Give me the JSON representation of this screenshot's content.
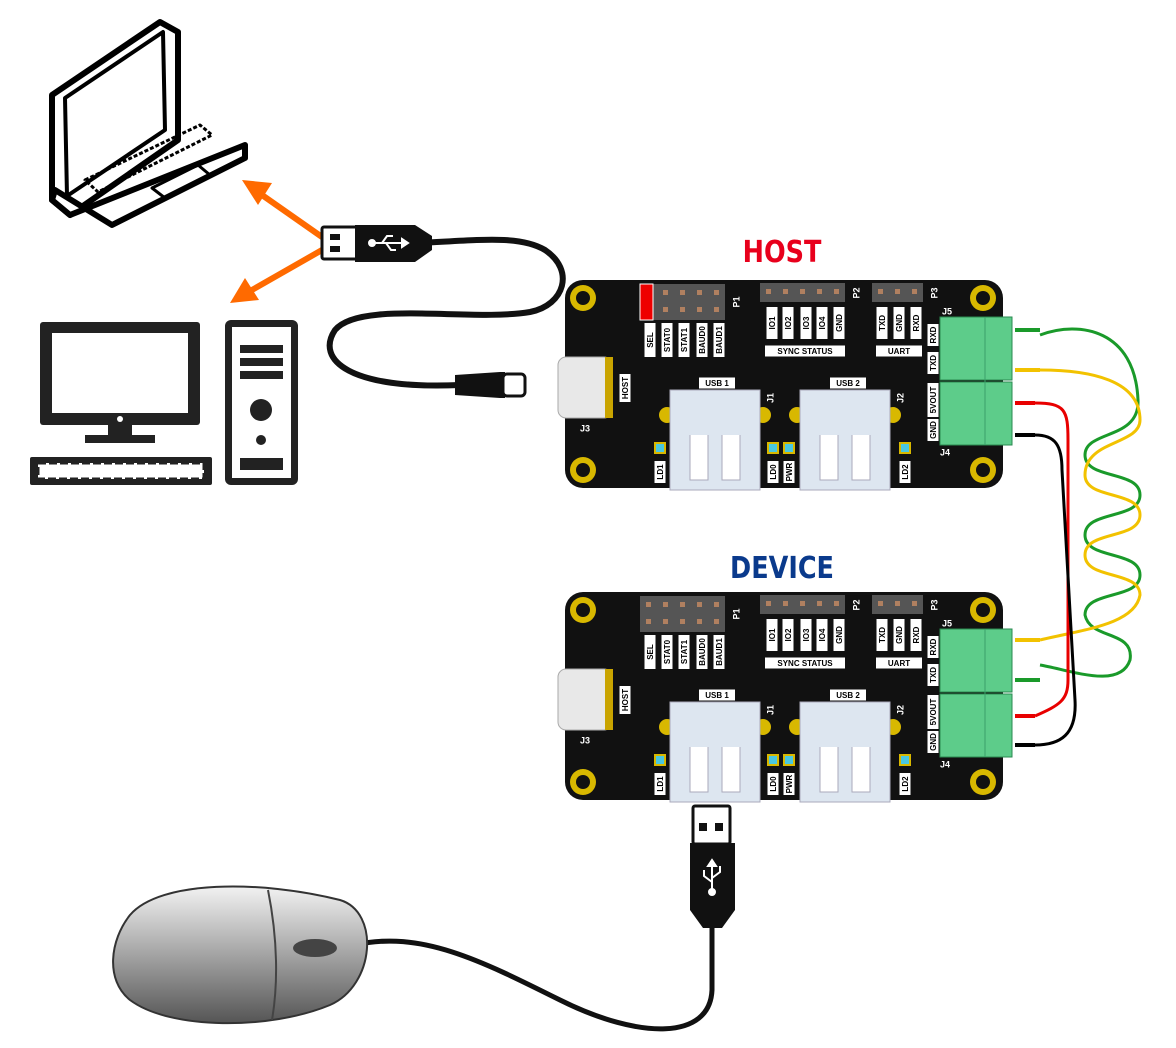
{
  "titles": {
    "host": "HOST",
    "device": "DEVICE"
  },
  "colors": {
    "host_title": "#e8001c",
    "device_title": "#0a3a8c",
    "arrow": "#ff6a00",
    "board": "#111111",
    "terminal": "#5dcc8a",
    "wire_green": "#1a9a2a",
    "wire_yellow": "#f2c200",
    "wire_red": "#e80000",
    "wire_black": "#000000"
  },
  "board": {
    "p1_label": "P1",
    "p2_label": "P2",
    "p3_label": "P3",
    "p1_pins": [
      "SEL",
      "STAT0",
      "STAT1",
      "BAUD0",
      "BAUD1"
    ],
    "p2_pins": [
      "IO1",
      "IO2",
      "IO3",
      "IO4",
      "GND"
    ],
    "p2_group": "SYNC STATUS",
    "p3_pins": [
      "TXD",
      "GND",
      "RXD"
    ],
    "p3_group": "UART",
    "j5_label": "J5",
    "j4_label": "J4",
    "terminal_pins": [
      "RXD",
      "TXD",
      "5VOUT",
      "GND"
    ],
    "usbc_label": "HOST",
    "j3_label": "J3",
    "usb1_label": "USB 1",
    "usb2_label": "USB 2",
    "j1_label": "J1",
    "j2_label": "J2",
    "leds": [
      "LD1",
      "LD0",
      "PWR",
      "LD2"
    ]
  },
  "icons": [
    "laptop-icon",
    "desktop-computer-icon",
    "mouse-icon",
    "usb-symbol-icon"
  ]
}
